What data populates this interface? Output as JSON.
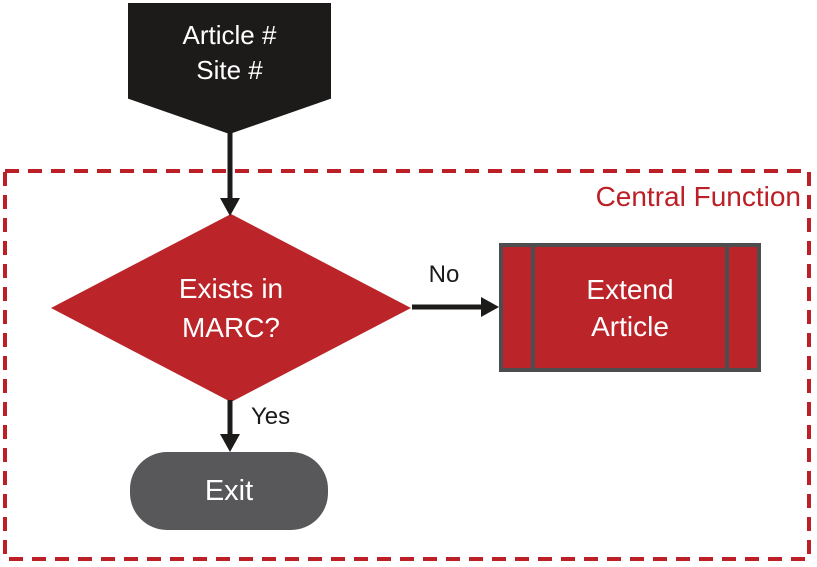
{
  "diagram": {
    "region_label": "Central Function",
    "nodes": {
      "input": {
        "line1": "Article #",
        "line2": "Site #",
        "shape": "banner-pentagon"
      },
      "decision": {
        "line1": "Exists in",
        "line2": "MARC?",
        "shape": "diamond"
      },
      "process": {
        "line1": "Extend",
        "line2": "Article",
        "shape": "predefined-process"
      },
      "terminator": {
        "label": "Exit",
        "shape": "stadium"
      }
    },
    "edges": {
      "no_label": "No",
      "yes_label": "Yes"
    },
    "colors": {
      "red": "#BB2428",
      "label_red": "#BC2026",
      "black": "#1D1A1A",
      "gray": "#58585A",
      "border_gray": "#4D4D4F"
    }
  }
}
